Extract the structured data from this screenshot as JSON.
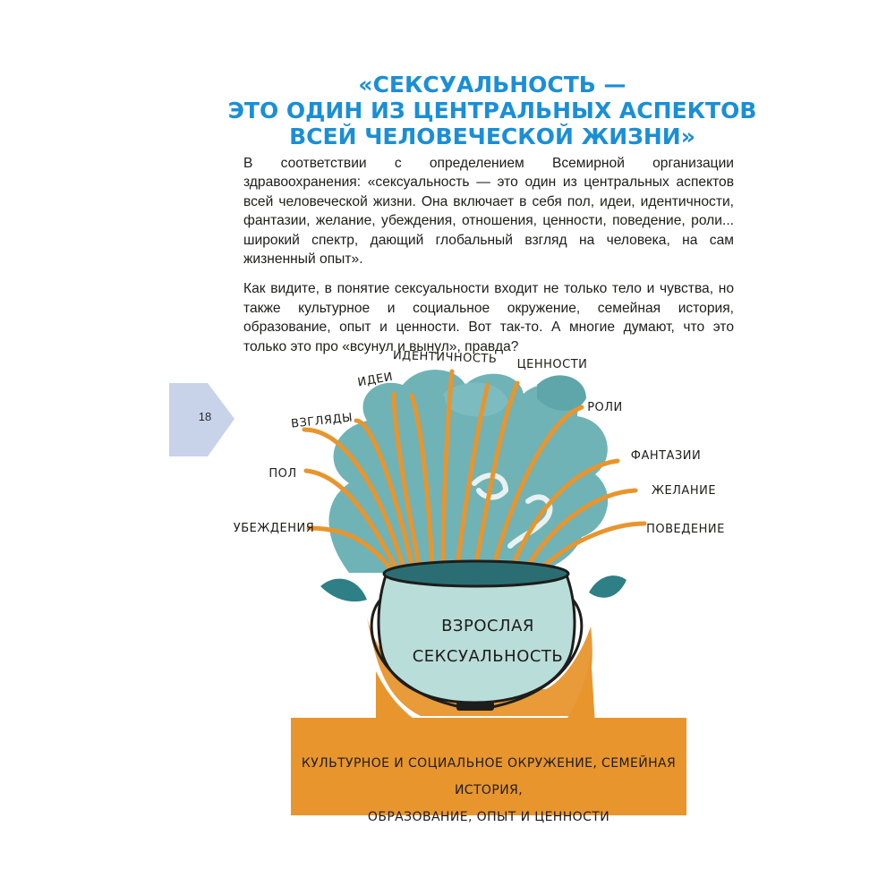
{
  "heading": {
    "line1": "«Сексуальность —",
    "line2": "это один из центральных аспектов",
    "line3": "всей человеческой жизни»"
  },
  "paragraphs": [
    "В соответствии с определением Всемирной организации здравоохранения: «сексуальность — это один из центральных аспектов всей человеческой жизни. Она включает в себя пол, идеи, идентичности, фантазии, желание, убеждения, отношения, ценности, поведение, роли... широкий спектр, дающий глобальный взгляд на человека, на сам жизненный опыт».",
    "Как видите, в понятие сексуальности входит не только тело и чувства, но также культурное и социальное окружение, семейная история, образование, опыт и ценности. Вот так-то. А многие думают, что это только это про «всунул и вынул», правда?"
  ],
  "page_number": "18",
  "diagram": {
    "labels": {
      "identity": "Идентичность",
      "values": "Ценности",
      "ideas": "Идеи",
      "roles": "Роли",
      "views": "Взгляды",
      "fantasies": "Фантазии",
      "gender": "Пол",
      "desire": "Желание",
      "beliefs": "Убеждения",
      "behavior": "Поведение"
    },
    "pot_line1": "Взрослая",
    "pot_line2": "сексуальность",
    "base_line1": "Культурное и социальное окружение, семейная история,",
    "base_line2": "образование, опыт и ценности"
  },
  "colors": {
    "title_blue": "#1a8fd6",
    "steam_teal": "#6fb3b6",
    "pot_fill": "#b9ddd9",
    "orange": "#e8952e",
    "page_tab": "#c8d3ea",
    "leaf_teal": "#2f7f86"
  }
}
